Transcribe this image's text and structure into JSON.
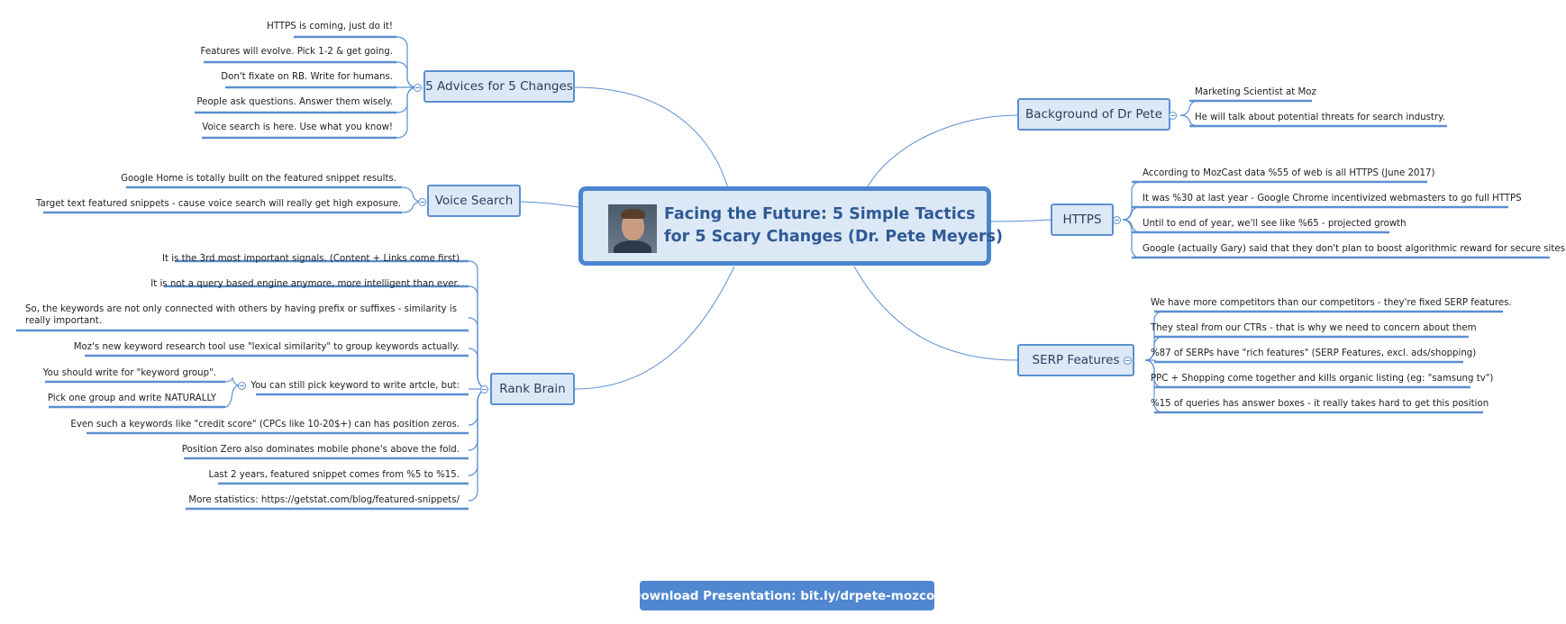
{
  "central": {
    "title_line1": "Facing the Future: 5 Simple Tactics",
    "title_line2": "for 5 Scary Changes (Dr. Pete Meyers)"
  },
  "advices": {
    "label": "5 Advices for 5 Changes",
    "items": [
      "HTTPS is coming, just do it!",
      "Features will evolve. Pick 1-2 & get going.",
      "Don't  fixate on RB. Write for humans.",
      "People ask questions. Answer them wisely.",
      "Voice search is here. Use what you know!"
    ]
  },
  "voice": {
    "label": "Voice Search",
    "items": [
      "Google Home is totally built on the featured snippet results.",
      "Target text featured snippets - cause voice search will really get high exposure."
    ]
  },
  "rankbrain": {
    "label": "Rank Brain",
    "items": [
      "It is the 3rd most important signals. (Content + Links come first)",
      "It is not a query based engine anymore, more intelligent than ever.",
      "So, the keywords are not only connected with others by having prefix or suffixes - similarity is really important.",
      "Moz's new keyword research tool use \"lexical similarity\" to group keywords actually.",
      "You can still pick keyword to write artcle, but:",
      "Even such a keywords like \"credit score\" (CPCs like 10-20$+) can has position zeros.",
      "Position Zero also dominates mobile phone's above the fold.",
      "Last 2 years, featured snippet comes from %5 to %15.",
      "More statistics: https://getstat.com/blog/featured-snippets/"
    ],
    "children": [
      "You should write for \"keyword group\".",
      "Pick one group and write NATURALLY"
    ]
  },
  "background": {
    "label": "Background of Dr Pete",
    "items": [
      "Marketing Scientist at Moz",
      "He will talk about potential threats for search industry."
    ]
  },
  "https": {
    "label": "HTTPS",
    "items": [
      "According to MozCast data %55 of web is all HTTPS (June 2017)",
      "It was %30 at last year - Google Chrome incentivized webmasters to go full HTTPS",
      "Until to end of year, we'll see like %65 - projected growth",
      "Google (actually Gary) said that they don't plan to boost algorithmic reward for secure sites."
    ]
  },
  "serp": {
    "label": "SERP Features",
    "items": [
      "We have more competitors than our competitors - they're fixed SERP features.",
      "They steal from our CTRs - that is why we need to concern about them",
      "%87 of SERPs have \"rich features\" (SERP Features, excl. ads/shopping)",
      "PPC + Shopping come together and kills organic listing (eg: \"samsung tv\")",
      "%15 of queries has answer boxes - it really takes hard to get this position"
    ]
  },
  "download_label": "Download Presentation: bit.ly/drpete-mozcon",
  "colors": {
    "accent": "#4a86d0",
    "topic_fill": "#dde8f6",
    "topic_text": "#2b3f5c",
    "title_text": "#2f5a95",
    "button_fill": "#4f87d0"
  }
}
